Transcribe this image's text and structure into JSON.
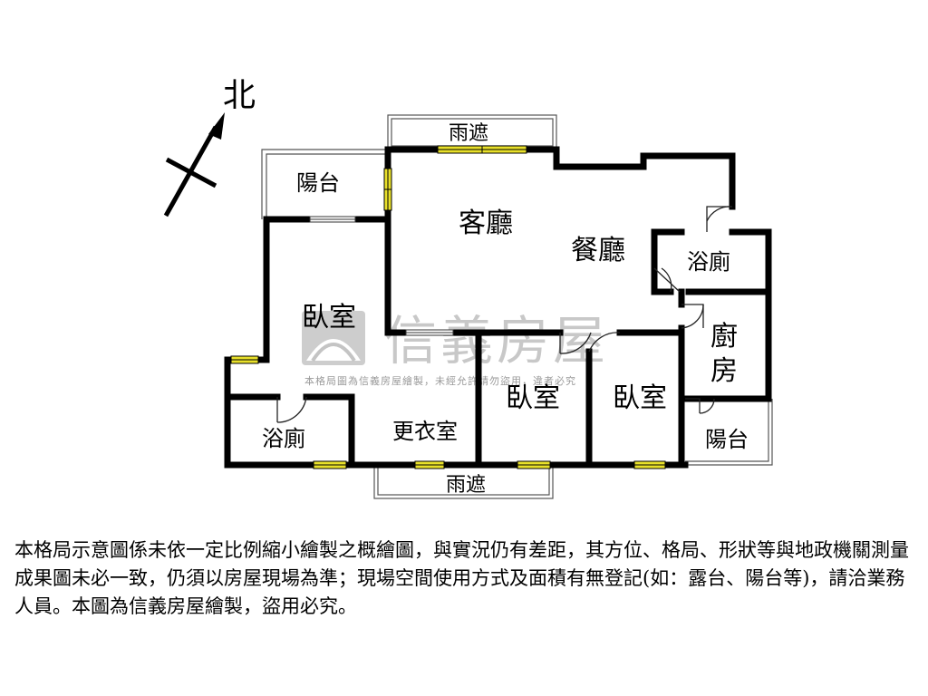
{
  "compass": {
    "north_label": "北"
  },
  "rooms": {
    "canopy_top": "雨遮",
    "balcony_nw": "陽台",
    "living_room": "客廳",
    "dining_room": "餐廳",
    "bathroom_east": "浴廁",
    "kitchen": "廚房",
    "bedroom_main": "臥室",
    "bathroom_sw": "浴廁",
    "closet": "更衣室",
    "bedroom_mid": "臥室",
    "bedroom_east": "臥室",
    "balcony_se": "陽台",
    "canopy_bottom": "雨遮"
  },
  "watermark": {
    "brand": "信義房屋",
    "notice": "本格局圖為信義房屋繪製，未經允許請勿盜用，違者必究"
  },
  "disclaimer": "本格局示意圖係未依一定比例縮小繪製之概繪圖，與實況仍有差距，其方位、格局、形狀等與地政機關測量成果圖未必一致，仍須以房屋現場為準；現場空間使用方式及面積有無登記(如：露台、陽台等)，請洽業務人員。本圖為信義房屋繪製，盜用必究。",
  "colors": {
    "wall": "#000000",
    "window": "#e8e02a",
    "thin_line": "#555555",
    "watermark": "#bdbdbd"
  }
}
